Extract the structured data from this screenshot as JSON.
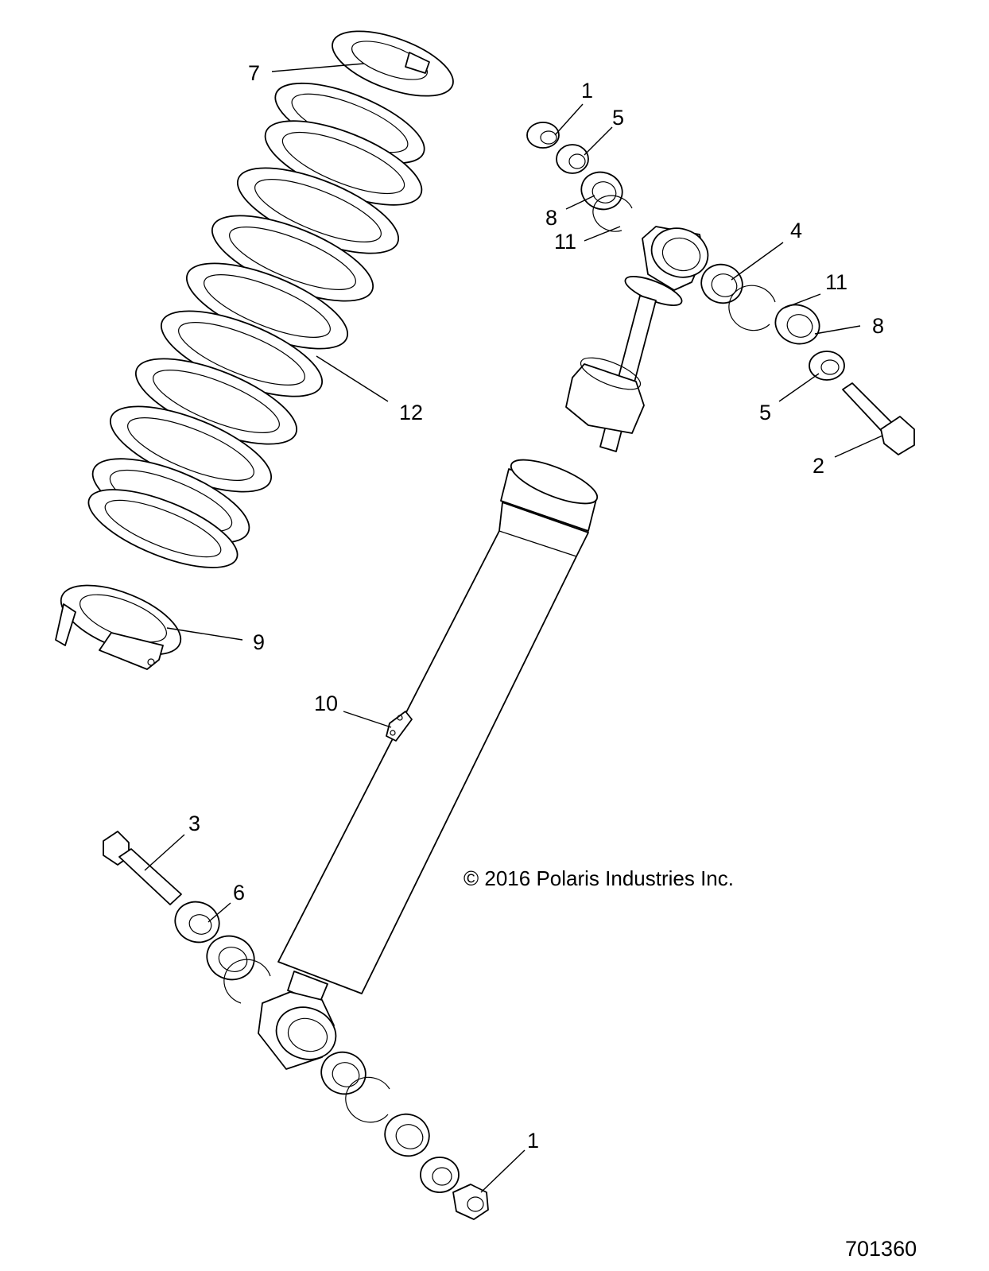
{
  "callouts": [
    {
      "id": "c7",
      "label": "7"
    },
    {
      "id": "c1a",
      "label": "1"
    },
    {
      "id": "c5a",
      "label": "5"
    },
    {
      "id": "c8a",
      "label": "8"
    },
    {
      "id": "c11a",
      "label": "11"
    },
    {
      "id": "c4",
      "label": "4"
    },
    {
      "id": "c11b",
      "label": "11"
    },
    {
      "id": "c8b",
      "label": "8"
    },
    {
      "id": "c5b",
      "label": "5"
    },
    {
      "id": "c2",
      "label": "2"
    },
    {
      "id": "c12",
      "label": "12"
    },
    {
      "id": "c9",
      "label": "9"
    },
    {
      "id": "c10",
      "label": "10"
    },
    {
      "id": "c3",
      "label": "3"
    },
    {
      "id": "c6",
      "label": "6"
    },
    {
      "id": "c1b",
      "label": "1"
    }
  ],
  "copyright": "© 2016 Polaris Industries Inc.",
  "figure_number": "701360"
}
